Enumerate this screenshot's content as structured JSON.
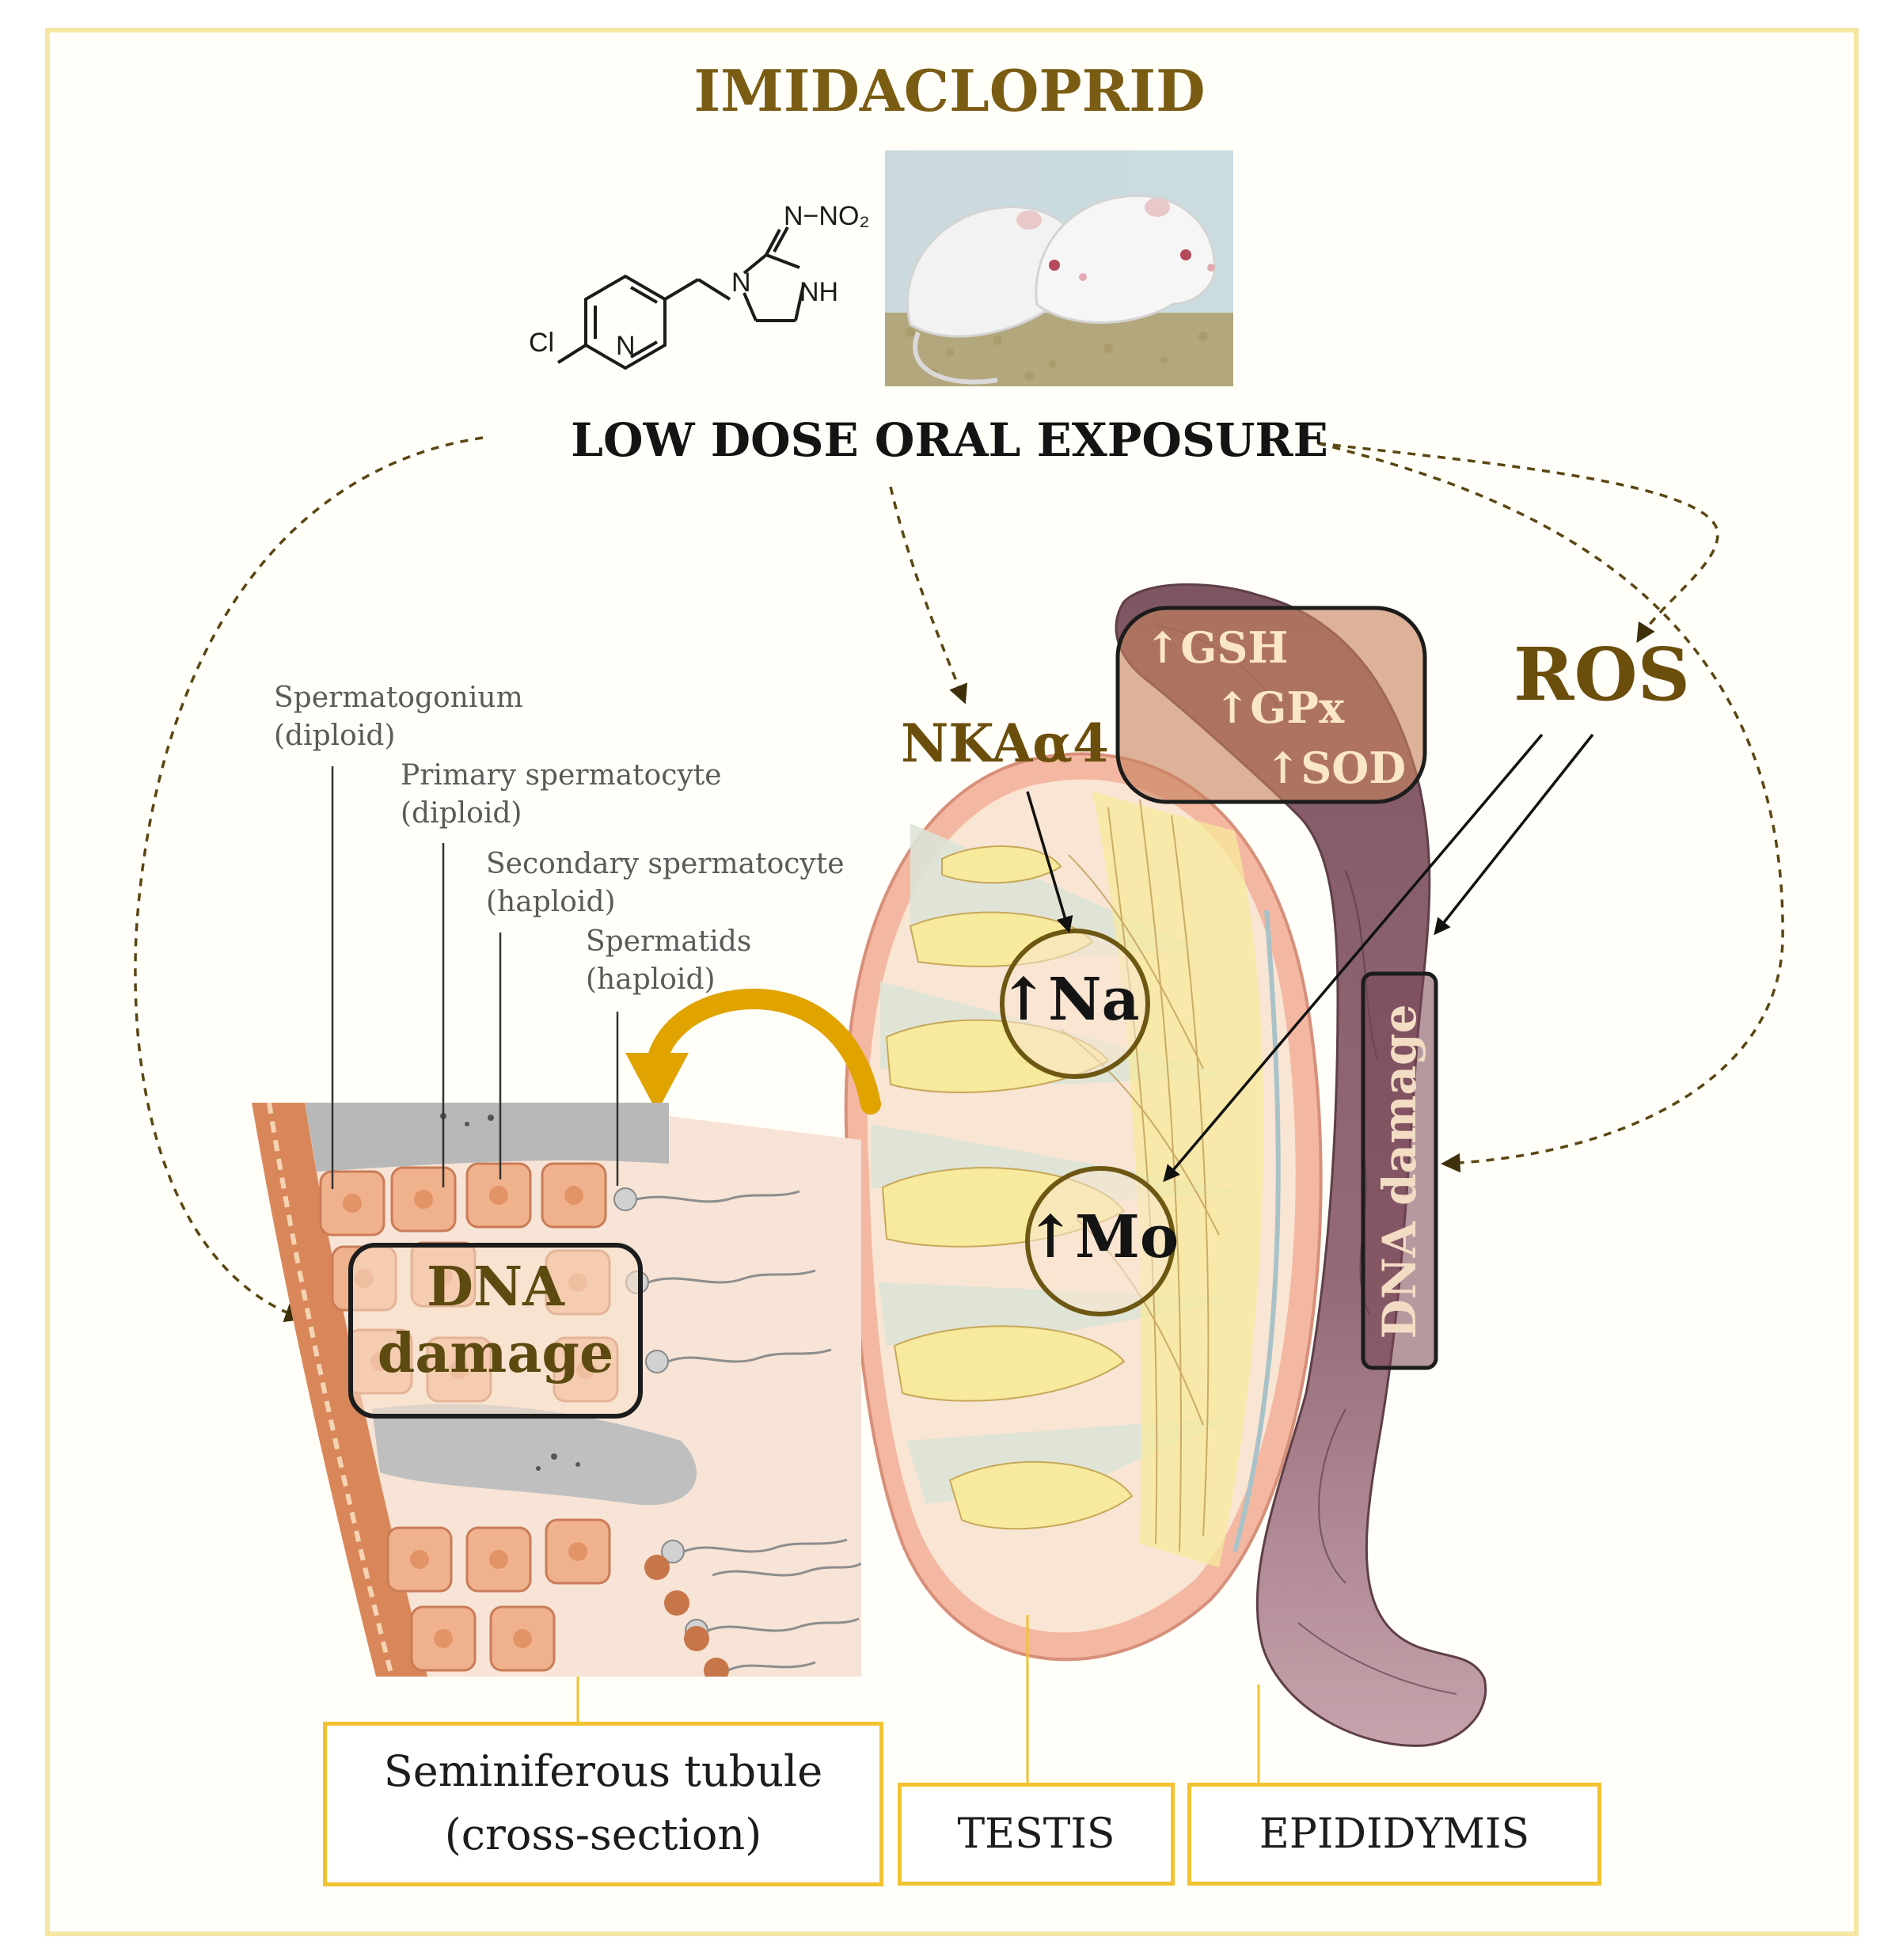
{
  "title": "IMIDACLOPRID",
  "molecule": {
    "nitro_group": "N−NO₂",
    "amine": "NH",
    "ring_nitrogen": "N",
    "pyridine_nitrogen": "N",
    "chlorine": "Cl"
  },
  "exposure": "LOW DOSE ORAL EXPOSURE",
  "markers": {
    "nka": "NKAα4",
    "ros": "ROS"
  },
  "antioxidants": [
    "↑GSH",
    "↑GPx",
    "↑SOD"
  ],
  "ions": {
    "sodium": "↑Na",
    "molybdenum": "↑Mo"
  },
  "cell_labels": [
    {
      "name": "Spermatogonium",
      "ploidy": "(diploid)"
    },
    {
      "name": "Primary spermatocyte",
      "ploidy": "(diploid)"
    },
    {
      "name": "Secondary spermatocyte",
      "ploidy": "(haploid)"
    },
    {
      "name": "Spermatids",
      "ploidy": "(haploid)"
    }
  ],
  "dna_damage_tubule": {
    "line1": "DNA",
    "line2": "damage"
  },
  "dna_damage_epididymis": "DNA damage",
  "labels": {
    "tubule_line1": "Seminiferous tubule",
    "tubule_line2": "(cross-section)",
    "testis": "TESTIS",
    "epididymis": "EPIDIDYMIS"
  },
  "colors": {
    "frame": "#f5e7a3",
    "title": "#7a5c12",
    "accent_arrow": "#e0a300",
    "label_border": "#f2c330",
    "epididymis": "#8e6470",
    "tubule_yellow": "#f7ea9c"
  }
}
